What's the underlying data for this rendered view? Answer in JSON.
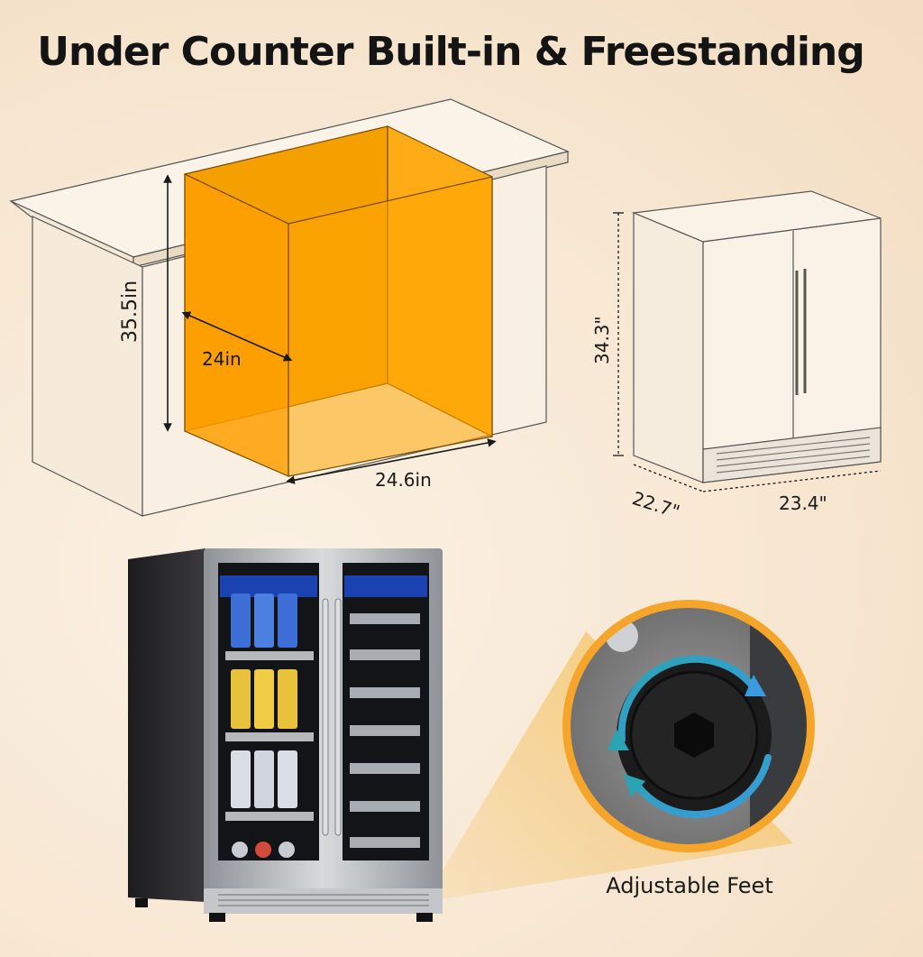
{
  "headline": "Under Counter Built-in & Freestanding",
  "cabinet_dims": {
    "height": "35.5in",
    "depth": "24in",
    "width": "24.6in"
  },
  "unit_dims": {
    "height": "34.3\"",
    "depth": "22.7\"",
    "width": "23.4\""
  },
  "feature": {
    "label": "Adjustable Feet"
  },
  "colors": {
    "cavity": "#ffa500",
    "arrow_gradient_start": "#2aa3b3",
    "arrow_gradient_end": "#3b9be0",
    "steel": "#b9bcc0"
  }
}
